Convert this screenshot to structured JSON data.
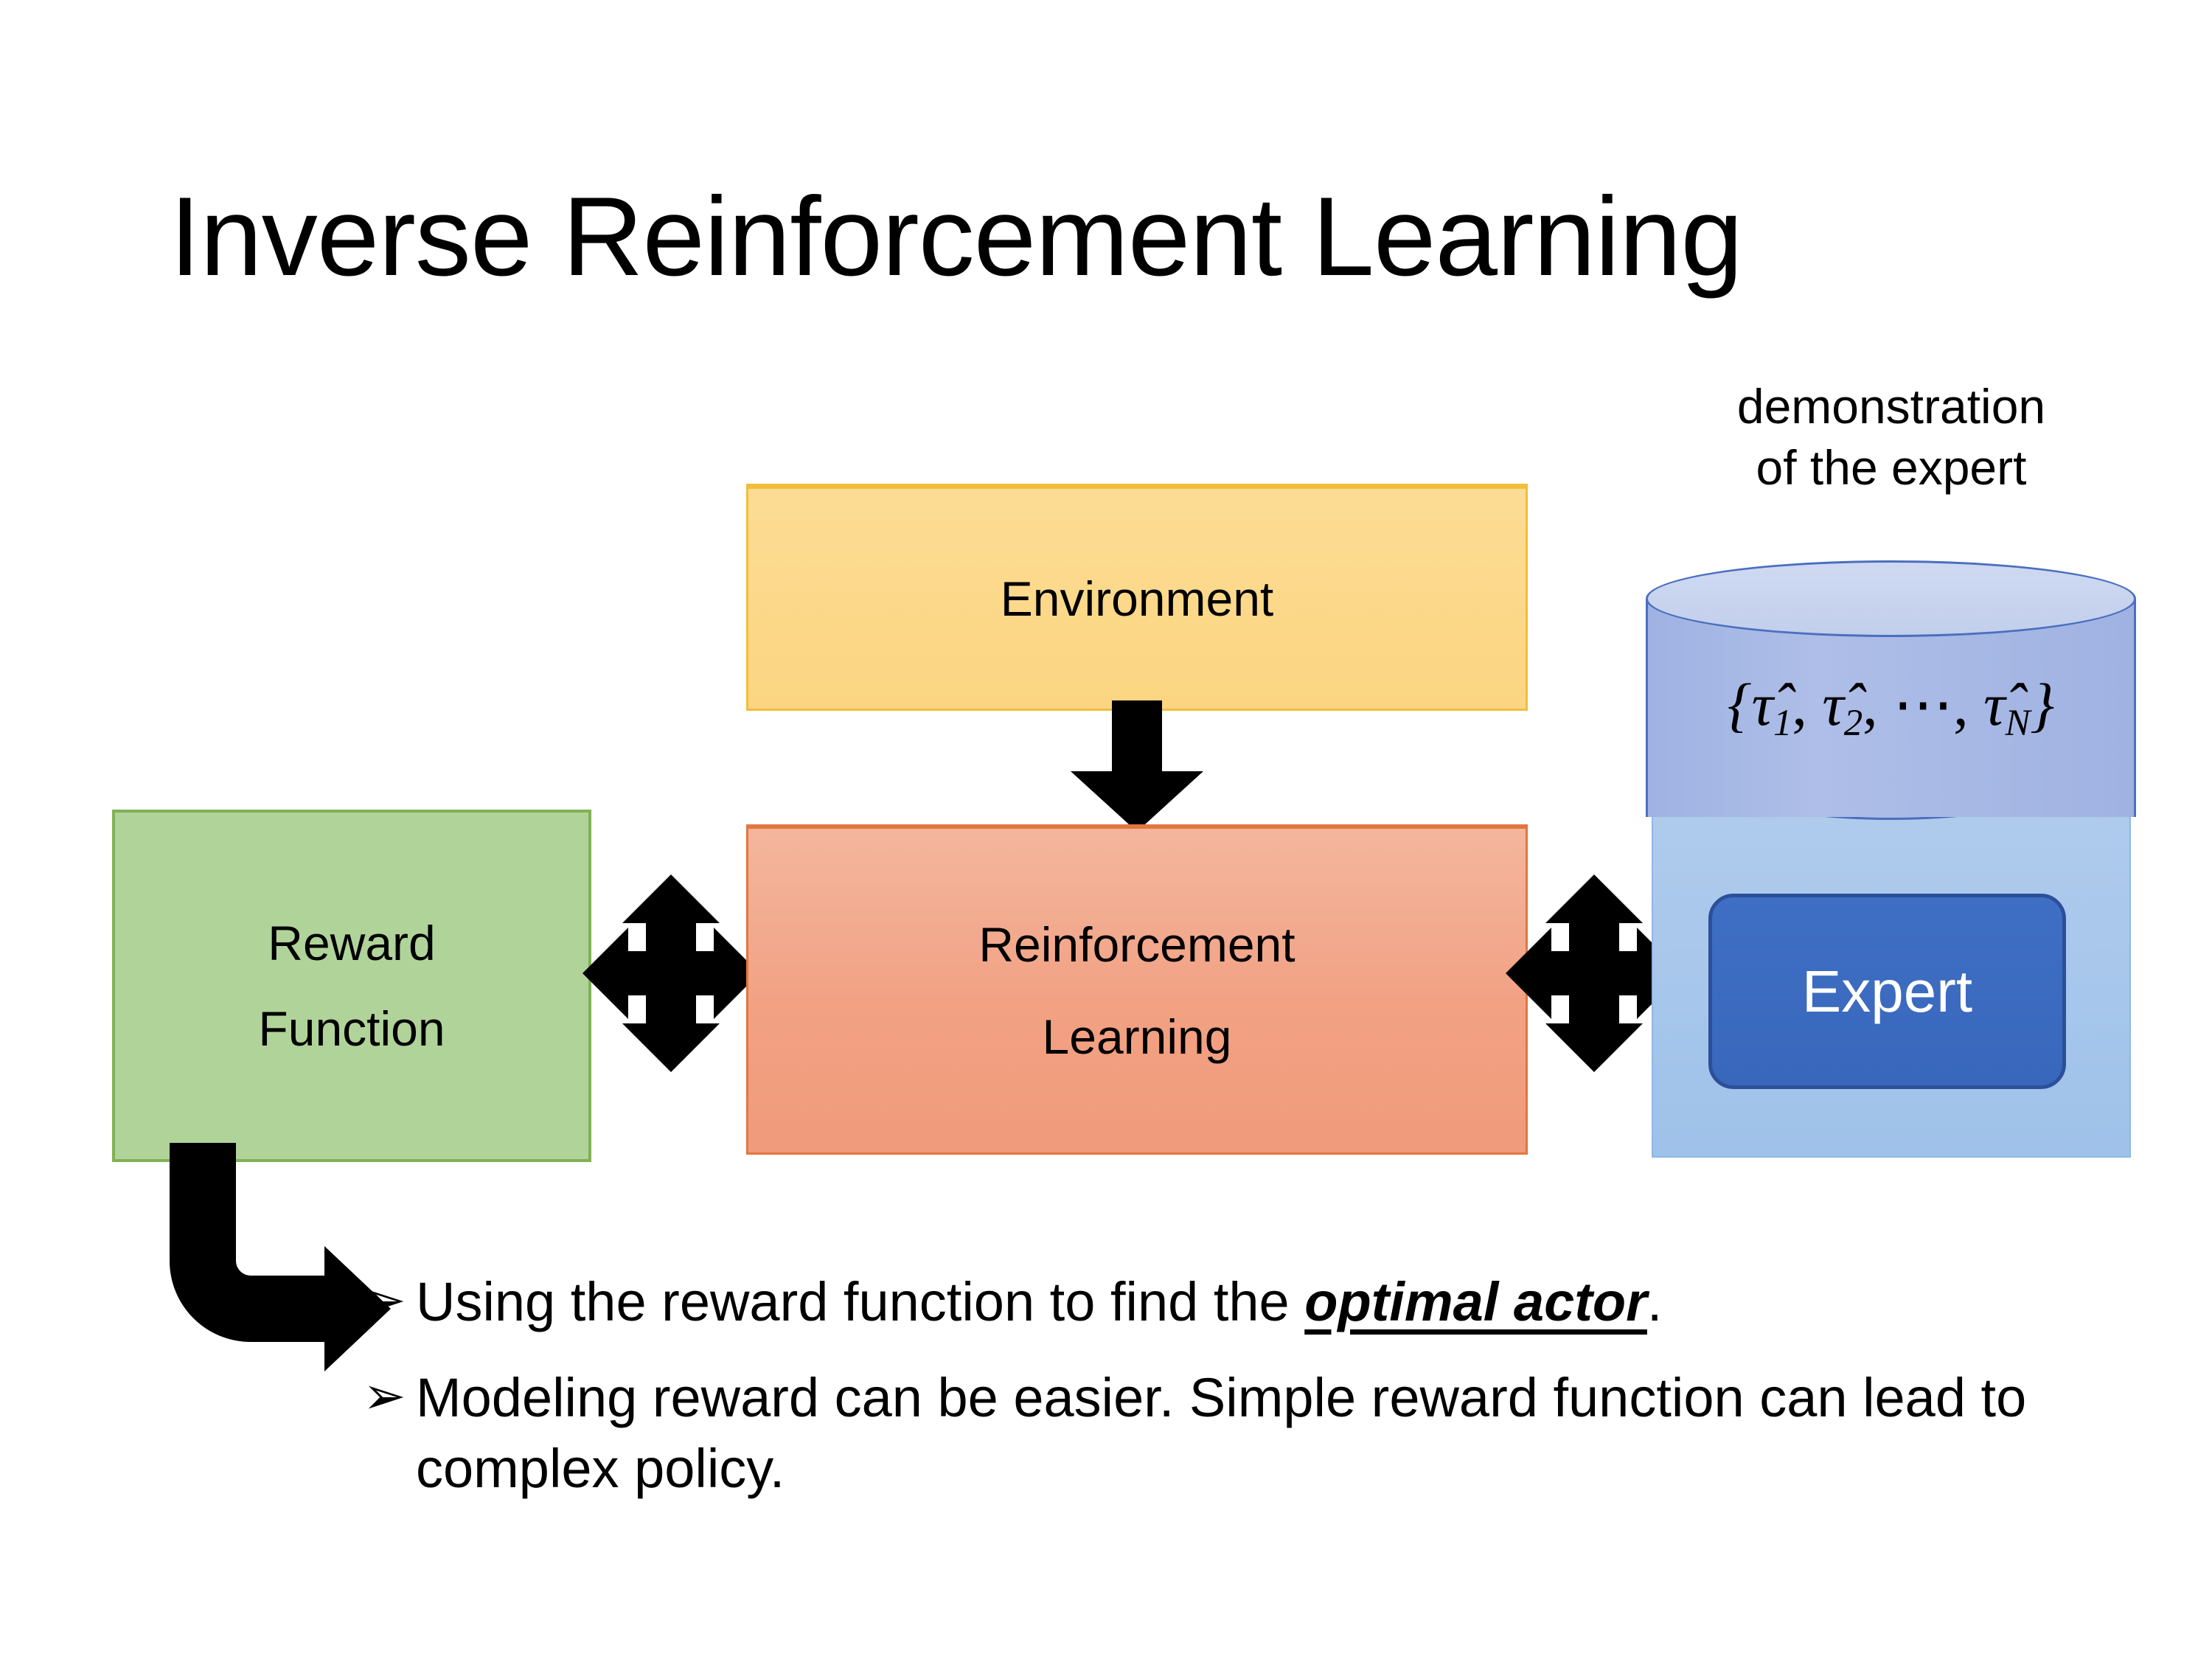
{
  "slide": {
    "title": "Inverse Reinforcement Learning",
    "background_color": "#FFFFFF"
  },
  "diagram": {
    "nodes": {
      "environment": {
        "label": "Environment",
        "fill_color": "#FCDC94",
        "border_color": "#F0BE3C"
      },
      "reinforcement_learning": {
        "label_line1": "Reinforcement",
        "label_line2": "Learning",
        "fill_color": "#F2A183",
        "border_color": "#E2763F"
      },
      "reward_function": {
        "label_line1": "Reward",
        "label_line2": "Function",
        "fill_color": "#B0D39A",
        "border_color": "#81B155"
      },
      "expert": {
        "label": "Expert",
        "fill_color": "#3867BC",
        "border_color": "#2B5099",
        "text_color": "#FFFFFF"
      },
      "demonstration_store": {
        "caption_line1": "demonstration",
        "caption_line2": "of the expert",
        "formula_open": "{",
        "formula_tau1": "τ̂",
        "formula_sub1": "1",
        "formula_sep1": ", ",
        "formula_tau2": "τ̂",
        "formula_sub2": "2",
        "formula_sep2": ", ",
        "formula_dots": "⋯",
        "formula_sep3": ", ",
        "formula_tauN": "τ̂",
        "formula_subN": "N",
        "formula_close": "}",
        "cylinder_top_color": "#CFD9F1",
        "cylinder_body_color": "#A8B8E4",
        "cylinder_border_color": "#4B6FBF",
        "panel_color": "#A6C6EB"
      }
    },
    "connectors": {
      "environment_to_rl": "down-arrow",
      "reward_to_rl": "bidirectional-four-way-arrow",
      "rl_to_expert": "bidirectional-four-way-arrow",
      "reward_to_bullet": "elbow-arrow-down-right",
      "arrow_color": "#000000"
    }
  },
  "bullets": [
    {
      "marker": "➢",
      "text_before": "Using the reward function to find the ",
      "emphasis": "optimal actor",
      "text_after": "."
    },
    {
      "marker": "➢",
      "text_line1": "Modeling reward can be easier. Simple reward",
      "text_line2": "function can lead to complex policy."
    }
  ]
}
